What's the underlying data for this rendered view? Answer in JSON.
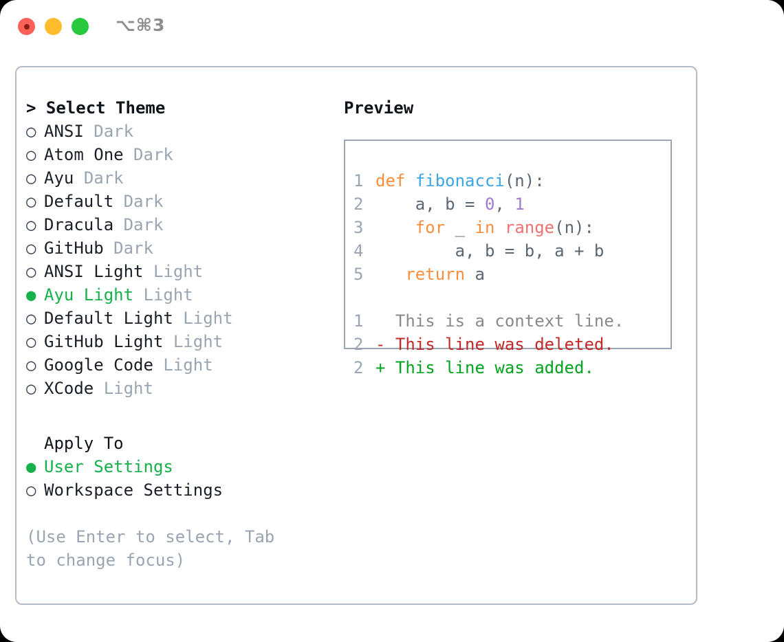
{
  "titlebar": {
    "shortcut": "⌥⌘3",
    "buttons": {
      "close": "close",
      "minimize": "minimize",
      "maximize": "maximize"
    }
  },
  "theme_picker": {
    "caret": ">",
    "header": "Select Theme",
    "bullet_on": "●",
    "bullet_off": "○",
    "items": [
      {
        "name": "ANSI",
        "variant": "Dark",
        "selected": false
      },
      {
        "name": "Atom One",
        "variant": "Dark",
        "selected": false
      },
      {
        "name": "Ayu",
        "variant": "Dark",
        "selected": false
      },
      {
        "name": "Default",
        "variant": "Dark",
        "selected": false
      },
      {
        "name": "Dracula",
        "variant": "Dark",
        "selected": false
      },
      {
        "name": "GitHub",
        "variant": "Dark",
        "selected": false
      },
      {
        "name": "ANSI Light",
        "variant": "Light",
        "selected": false
      },
      {
        "name": "Ayu Light",
        "variant": "Light",
        "selected": true
      },
      {
        "name": "Default Light",
        "variant": "Light",
        "selected": false
      },
      {
        "name": "GitHub Light",
        "variant": "Light",
        "selected": false
      },
      {
        "name": "Google Code",
        "variant": "Light",
        "selected": false
      },
      {
        "name": "XCode",
        "variant": "Light",
        "selected": false
      }
    ]
  },
  "apply_to": {
    "label": "Apply To",
    "items": [
      {
        "name": "User Settings",
        "selected": true
      },
      {
        "name": "Workspace Settings",
        "selected": false
      }
    ]
  },
  "hint": "(Use Enter to select, Tab to change focus)",
  "preview": {
    "title": "Preview",
    "code_lines": [
      {
        "no": "1",
        "tokens": [
          {
            "t": "def",
            "c": "kw"
          },
          {
            "t": " ",
            "c": "pl"
          },
          {
            "t": "fibonacci",
            "c": "fn"
          },
          {
            "t": "(n):",
            "c": "pl"
          }
        ]
      },
      {
        "no": "2",
        "tokens": [
          {
            "t": "    a, b = ",
            "c": "pl"
          },
          {
            "t": "0",
            "c": "num"
          },
          {
            "t": ", ",
            "c": "pl"
          },
          {
            "t": "1",
            "c": "num"
          }
        ]
      },
      {
        "no": "3",
        "tokens": [
          {
            "t": "    ",
            "c": "pl"
          },
          {
            "t": "for",
            "c": "kw"
          },
          {
            "t": " _ ",
            "c": "pl"
          },
          {
            "t": "in",
            "c": "kw"
          },
          {
            "t": " ",
            "c": "pl"
          },
          {
            "t": "range",
            "c": "bi"
          },
          {
            "t": "(n):",
            "c": "pl"
          }
        ]
      },
      {
        "no": "4",
        "tokens": [
          {
            "t": "        a, b = b, a + b",
            "c": "pl"
          }
        ]
      },
      {
        "no": "5",
        "tokens": [
          {
            "t": "   ",
            "c": "pl"
          },
          {
            "t": "return",
            "c": "kw"
          },
          {
            "t": " a",
            "c": "pl"
          }
        ]
      }
    ],
    "diff_lines": [
      {
        "no": "1",
        "marker": "  ",
        "text": "This is a context line.",
        "kind": "ctx"
      },
      {
        "no": "2",
        "marker": "- ",
        "text": "This line was deleted.",
        "kind": "del"
      },
      {
        "no": "2",
        "marker": "+ ",
        "text": "This line was added.",
        "kind": "add"
      }
    ]
  },
  "colors": {
    "accent_green": "#16b14b",
    "muted": "#9aa5b1",
    "keyword": "#fa8d3e",
    "function": "#3aa6e8",
    "number": "#a37acc",
    "builtin": "#f07171",
    "diff_deleted": "#c62828",
    "diff_added": "#00a31e",
    "border": "#b3bbc6"
  }
}
